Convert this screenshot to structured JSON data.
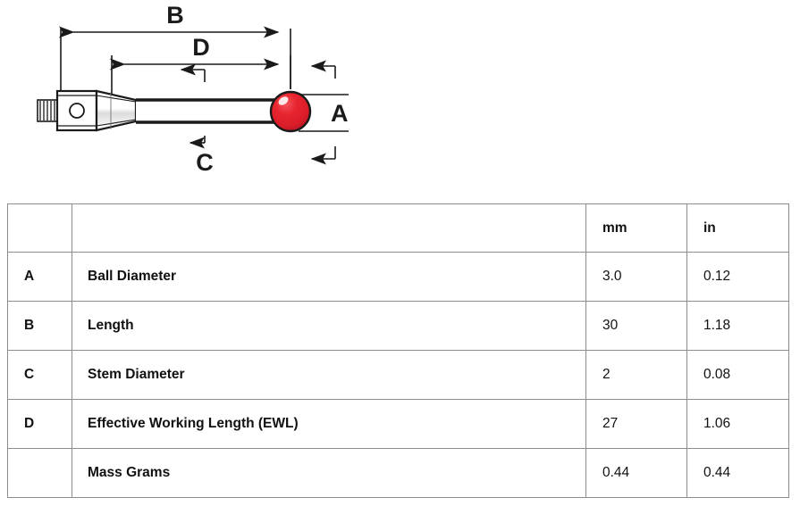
{
  "diagram": {
    "title": "touch probe stylus dimension drawing",
    "colors": {
      "ball": "#E8252F",
      "ball_dark": "#B51724",
      "ball_highlight": "#FFFFFF",
      "outline": "#1a1a1a",
      "body_fill": "#FFFFFF",
      "shade": "#BFBFBF"
    },
    "callouts": [
      {
        "id": "B",
        "label": "B",
        "orientation": "horizontal",
        "note": "overall length dimension, full span from thread base to ball outer edge"
      },
      {
        "id": "D",
        "label": "D",
        "orientation": "horizontal",
        "note": "effective working length dimension"
      },
      {
        "id": "A",
        "label": "A",
        "orientation": "vertical",
        "note": "ball diameter dimension at right of ball"
      },
      {
        "id": "C",
        "label": "C",
        "orientation": "vertical",
        "note": "stem diameter callout with inward arrows"
      }
    ],
    "parts": [
      {
        "name": "threaded-screw-base"
      },
      {
        "name": "hex-body-with-hole"
      },
      {
        "name": "tapered-cone"
      },
      {
        "name": "cylindrical-stem"
      },
      {
        "name": "ruby-ball-tip"
      }
    ]
  },
  "table": {
    "columns": [
      "",
      "",
      "mm",
      "in"
    ],
    "header": {
      "key": "",
      "desc": "",
      "mm": "mm",
      "in": "in"
    },
    "rows": [
      {
        "key": "A",
        "desc": "Ball Diameter",
        "mm": "3.0",
        "in": "0.12"
      },
      {
        "key": "B",
        "desc": "Length",
        "mm": "30",
        "in": "1.18"
      },
      {
        "key": "C",
        "desc": "Stem Diameter",
        "mm": "2",
        "in": "0.08"
      },
      {
        "key": "D",
        "desc": "Effective Working Length (EWL)",
        "mm": "27",
        "in": "1.06"
      },
      {
        "key": "",
        "desc": "Mass Grams",
        "mm": "0.44",
        "in": "0.44"
      }
    ]
  }
}
